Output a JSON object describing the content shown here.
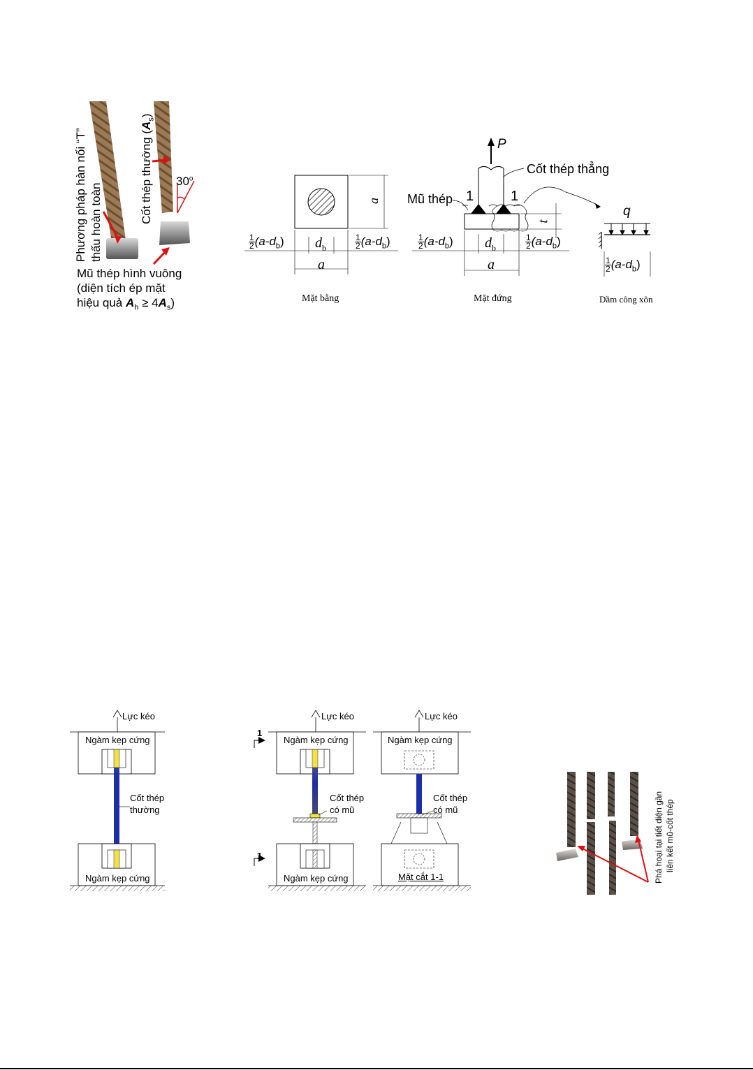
{
  "fig1": {
    "photo": {
      "label_weld_line1": "Phương pháp hàn nối “T”",
      "label_weld_line2": "thấu hoàn toàn",
      "label_rebar": "Cốt thép thường (",
      "label_rebar_sym": "A",
      "label_rebar_sub": "s",
      "label_rebar_end": ")",
      "angle": "30",
      "angle_unit": "o",
      "plate_line1": "Mũ thép hình vuông",
      "plate_line2": "(diện tích ép mặt",
      "plate_line3_a": "hiệu quả ",
      "plate_line3_Ah": "A",
      "plate_line3_h": "h",
      "plate_line3_b": " ≥ 4",
      "plate_line3_As": "A",
      "plate_line3_s": "s",
      "plate_line3_c": ")"
    },
    "plan": {
      "caption": "Mặt bằng",
      "dim_a_side": "a",
      "dim_a_bottom": "a",
      "dim_db": "d",
      "dim_db_sub": "b",
      "half_num": "1",
      "half_den": "2",
      "half_expr_open": "(a-d",
      "half_expr_sub": "b",
      "half_expr_close": ")"
    },
    "elevation": {
      "caption": "Mặt đứng",
      "load": "P",
      "rebar_label": "Cốt thép thẳng",
      "cap_label": "Mũ thép",
      "section_mark": "1",
      "dim_t": "t",
      "dim_a": "a",
      "dim_db": "d",
      "dim_db_sub": "b"
    },
    "cantilever": {
      "caption": "Dầm công xôn",
      "load": "q"
    }
  },
  "fig2": {
    "test1": {
      "pull": "Lực kéo",
      "grip_top": "Ngàm kẹp cứng",
      "grip_bottom": "Ngàm kẹp cứng",
      "bar_line1": "Cốt thép",
      "bar_line2": "thường"
    },
    "test2": {
      "pull": "Lực kéo",
      "grip_top": "Ngàm kẹp cứng",
      "grip_bottom": "Ngàm kẹp cứng",
      "bar_line1": "Cốt thép",
      "bar_line2": "có mũ",
      "section_mark": "1"
    },
    "test3": {
      "pull": "Lực kéo",
      "grip_top": "Ngàm kẹp cứng",
      "bar_line1": "Cốt thép",
      "bar_line2": "có mũ",
      "section_label": "Mặt cắt 1-1"
    },
    "photo": {
      "failure_line1": "Phá hoại tại tiết diện gần",
      "failure_line2": "liên kết mũ-cốt thép"
    }
  },
  "colors": {
    "bar_blue": "#1c2fa8",
    "bar_yellow": "#f2e04a",
    "arrow_red": "#e01010",
    "steel_brown": "#8a6a48"
  }
}
